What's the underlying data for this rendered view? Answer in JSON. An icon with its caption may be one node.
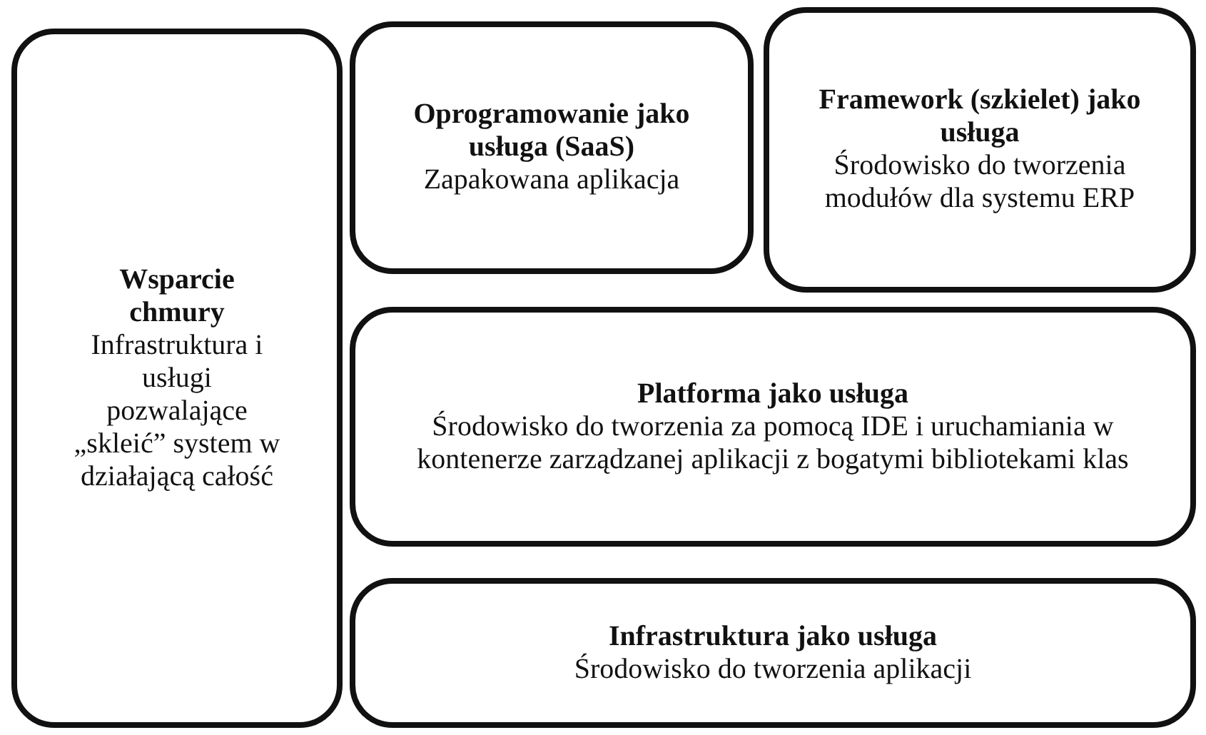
{
  "diagram": {
    "nodes": [
      {
        "text": [
          "Wsparcie chmury",
          "Infrastruktura i usługi pozwalające „skleić” system w działającą całość"
        ]
      },
      {
        "text": [
          "Oprogramowanie jako usługa (SaaS)",
          "Zapakowana aplikacja"
        ]
      },
      {
        "text": [
          "Framework (szkielet) jako usługa",
          "Środowisko do tworzenia modułów dla systemu ERP"
        ]
      },
      {
        "text": [
          "Platforma jako usługa",
          "Środowisko do tworzenia za pomocą IDE i uruchamiania w kontenerze zarządzanej aplikacji z bogatymi bibliotekami klas"
        ]
      },
      {
        "text": [
          "Infrastruktura jako usługa",
          "Środowisko do tworzenia aplikacji"
        ]
      }
    ]
  }
}
